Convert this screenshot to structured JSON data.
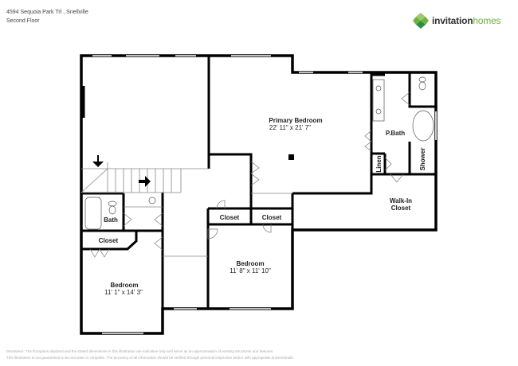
{
  "header": {
    "address": "4594 Sequoia Park Trl , Snellville",
    "floor": "Second Floor"
  },
  "logo": {
    "brand_word1": "invitation",
    "brand_word2": "homes",
    "colors": [
      "#6db33f",
      "#2e8b4a",
      "#9ccc65"
    ]
  },
  "rooms": {
    "primary_bedroom": {
      "label": "Primary Bedroom",
      "dims": "22' 11\" x 21' 7\""
    },
    "p_bath": {
      "label": "P.Bath"
    },
    "walk_in_closet": {
      "label_line1": "Walk-In",
      "label_line2": "Closet"
    },
    "linen": {
      "label": "Linen"
    },
    "shower": {
      "label": "Shower"
    },
    "closet_1": {
      "label": "Closet"
    },
    "closet_2": {
      "label": "Closet"
    },
    "bedroom_2": {
      "label": "Bedroom",
      "dims": "11' 8\" x 11' 10\""
    },
    "bath": {
      "label": "Bath"
    },
    "closet_3": {
      "label": "Closet"
    },
    "bedroom_3": {
      "label": "Bedroom",
      "dims": "11' 1\" x 14' 3\""
    }
  },
  "disclaimer": {
    "line1": "Disclaimer: The floorplans depicted and the stated dimensions in this illustration are indicative only and serve as an approximation of existing structures and features.",
    "line2": "This illustration is not guaranteed to be accurate or complete. The accuracy of all information should be verified through personal inspection and/or with appropriate professionals."
  }
}
